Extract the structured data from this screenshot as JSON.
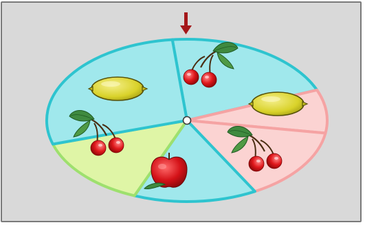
{
  "spinner": {
    "pointer_icon": "down-arrow-icon",
    "pointer_color": "#a4171a",
    "background_color": "#d9d9d9",
    "hub_icon": "pivot-circle-icon",
    "segments": [
      {
        "id": "seg-1",
        "fruit": "cherries",
        "icon": "cherries-icon",
        "color": "#a0e8ec",
        "border": "#2ec4cf"
      },
      {
        "id": "seg-2",
        "fruit": "lemon",
        "icon": "lemon-icon",
        "color": "#fbd3d2",
        "border": "#f5a3a3"
      },
      {
        "id": "seg-3",
        "fruit": "cherries",
        "icon": "cherries-icon",
        "color": "#a0e8ec",
        "border": "#2ec4cf"
      },
      {
        "id": "seg-4",
        "fruit": "apple",
        "icon": "apple-icon",
        "color": "#dff5a6",
        "border": "#9ee06e"
      },
      {
        "id": "seg-5",
        "fruit": "cherries",
        "icon": "cherries-icon",
        "color": "#a0e8ec",
        "border": "#2ec4cf"
      },
      {
        "id": "seg-6",
        "fruit": "lemon",
        "icon": "lemon-icon",
        "color": "#fbd3d2",
        "border": "#f5a3a3"
      }
    ]
  }
}
